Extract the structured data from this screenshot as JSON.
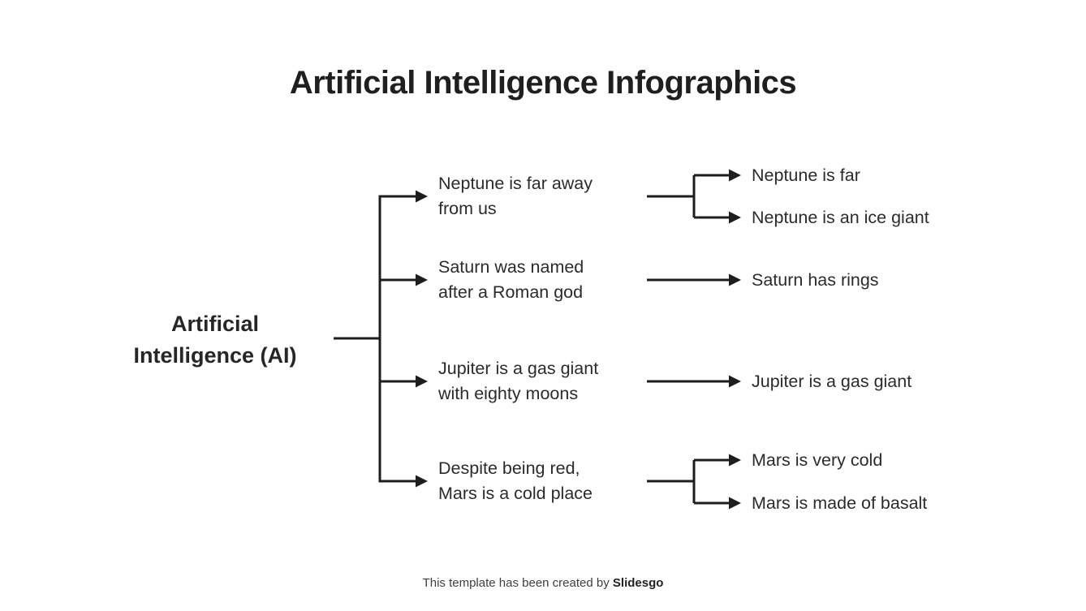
{
  "title": "Artificial Intelligence Infographics",
  "tree": {
    "root": {
      "lines": [
        "Artificial",
        "Intelligence (AI)"
      ]
    },
    "branches": [
      {
        "lines": [
          "Neptune is far away",
          "from us"
        ],
        "leaves": [
          "Neptune is far",
          "Neptune is an ice giant"
        ]
      },
      {
        "lines": [
          "Saturn was named",
          "after a Roman god"
        ],
        "leaves": [
          "Saturn has rings"
        ]
      },
      {
        "lines": [
          "Jupiter is a gas giant",
          "with eighty moons"
        ],
        "leaves": [
          "Jupiter is a gas giant"
        ]
      },
      {
        "lines": [
          "Despite being red,",
          "Mars is a cold place"
        ],
        "leaves": [
          "Mars is very cold",
          "Mars is made of basalt"
        ]
      }
    ]
  },
  "footer": {
    "text": "This template has been created by",
    "brand": "Slidesgo"
  },
  "icons": {
    "arrowhead": "right-pointing solid triangle"
  },
  "colors": {
    "background": "#ffffff",
    "title_text": "#1f1f1f",
    "body_text": "#2b2b2b",
    "line": "#1d1d1d",
    "footer_text": "#3f3f3f"
  }
}
